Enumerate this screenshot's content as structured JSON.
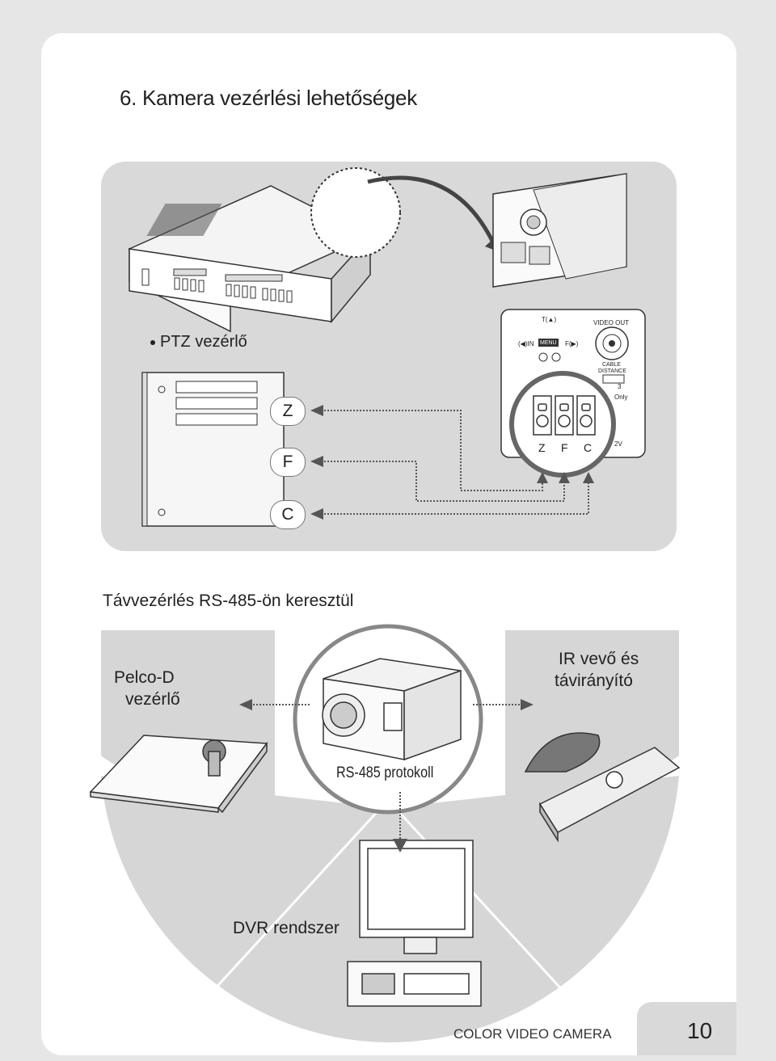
{
  "title": "6. Kamera vezérlési lehetőségek",
  "ptz_label": "PTZ vezérlő",
  "terminals": {
    "z": "Z",
    "f": "F",
    "c": "C"
  },
  "camera_panel": {
    "t": "T(▲)",
    "video_out": "VIDEO OUT",
    "in": "(◀)IN",
    "menu": "MENU",
    "f": "F(▶)",
    "cable": "CABLE",
    "distance": "DISTANCE",
    "three": "3",
    "only": "Only",
    "v12": "2V",
    "term_z": "Z",
    "term_f": "F",
    "term_c": "C"
  },
  "section_title": "Távvezérlés RS-485-ön keresztül",
  "pelco": {
    "line1": "Pelco-D",
    "line2": "vezérlő"
  },
  "ir": {
    "line1": "IR vevő és",
    "line2": "távirányító"
  },
  "protocol": "RS-485 protokoll",
  "dvr": "DVR rendszer",
  "footer": {
    "text": "COLOR VIDEO CAMERA",
    "page": "10"
  }
}
